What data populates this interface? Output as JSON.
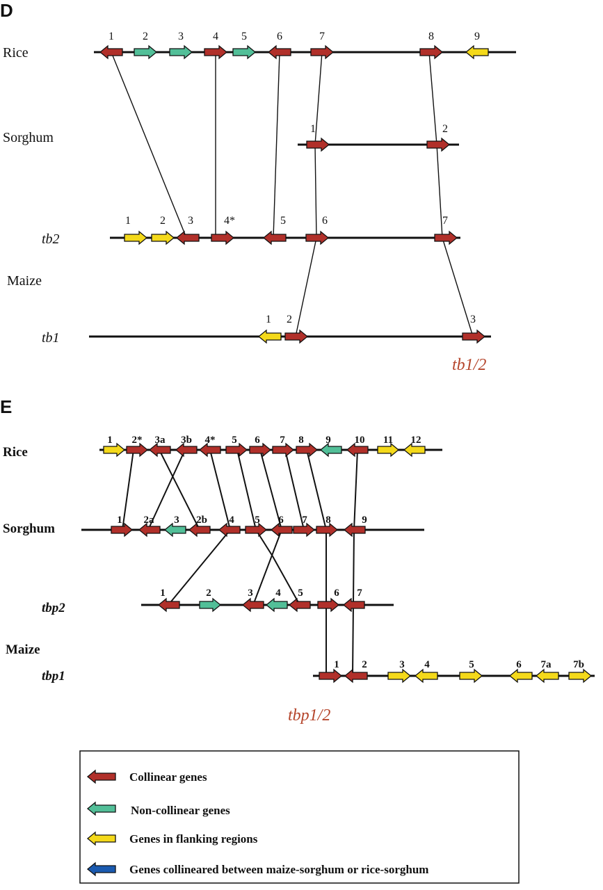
{
  "colors": {
    "collinear": "#b1302a",
    "noncollinear": "#52bf98",
    "flanking": "#f4d91a",
    "comaize": "#1a5ab0",
    "label_red": "#b5452b",
    "line": "#111111"
  },
  "panel_d": {
    "letter": "D",
    "tracks": {
      "rice": "Rice",
      "sorghum": "Sorghum",
      "tb2": "tb2",
      "maize": "Maize",
      "tb1": "tb1"
    },
    "locus": "tb1/2",
    "genes": {
      "rice": [
        {
          "label": "1",
          "type": "collinear",
          "dir": "left"
        },
        {
          "label": "2",
          "type": "noncollinear",
          "dir": "right"
        },
        {
          "label": "3",
          "type": "noncollinear",
          "dir": "right"
        },
        {
          "label": "4",
          "type": "collinear",
          "dir": "right"
        },
        {
          "label": "5",
          "type": "noncollinear",
          "dir": "right"
        },
        {
          "label": "6",
          "type": "collinear",
          "dir": "left"
        },
        {
          "label": "7",
          "type": "collinear",
          "dir": "right"
        },
        {
          "label": "8",
          "type": "collinear",
          "dir": "right"
        },
        {
          "label": "9",
          "type": "flanking",
          "dir": "left"
        }
      ],
      "sorghum": [
        {
          "label": "1",
          "type": "collinear",
          "dir": "right"
        },
        {
          "label": "2",
          "type": "collinear",
          "dir": "right"
        }
      ],
      "tb2": [
        {
          "label": "1",
          "type": "flanking",
          "dir": "right"
        },
        {
          "label": "2",
          "type": "flanking",
          "dir": "right"
        },
        {
          "label": "3",
          "type": "collinear",
          "dir": "left"
        },
        {
          "label": "4*",
          "type": "collinear",
          "dir": "right"
        },
        {
          "label": "5",
          "type": "collinear",
          "dir": "left"
        },
        {
          "label": "6",
          "type": "collinear",
          "dir": "right"
        },
        {
          "label": "7",
          "type": "collinear",
          "dir": "right"
        }
      ],
      "tb1": [
        {
          "label": "1",
          "type": "flanking",
          "dir": "left"
        },
        {
          "label": "2",
          "type": "collinear",
          "dir": "right"
        },
        {
          "label": "3",
          "type": "collinear",
          "dir": "right"
        }
      ]
    }
  },
  "panel_e": {
    "letter": "E",
    "tracks": {
      "rice": "Rice",
      "sorghum": "Sorghum",
      "tbp2": "tbp2",
      "maize": "Maize",
      "tbp1": "tbp1"
    },
    "locus": "tbp1/2",
    "genes": {
      "rice": [
        {
          "label": "1",
          "type": "flanking",
          "dir": "right"
        },
        {
          "label": "2*",
          "type": "collinear",
          "dir": "right"
        },
        {
          "label": "3a",
          "type": "collinear",
          "dir": "left"
        },
        {
          "label": "3b",
          "type": "collinear",
          "dir": "left"
        },
        {
          "label": "4*",
          "type": "collinear",
          "dir": "left"
        },
        {
          "label": "5",
          "type": "collinear",
          "dir": "right"
        },
        {
          "label": "6",
          "type": "collinear",
          "dir": "right"
        },
        {
          "label": "7",
          "type": "collinear",
          "dir": "right"
        },
        {
          "label": "8",
          "type": "collinear",
          "dir": "right"
        },
        {
          "label": "9",
          "type": "noncollinear",
          "dir": "left"
        },
        {
          "label": "10",
          "type": "collinear",
          "dir": "left"
        },
        {
          "label": "11",
          "type": "flanking",
          "dir": "right"
        },
        {
          "label": "12",
          "type": "flanking",
          "dir": "left"
        }
      ],
      "sorghum": [
        {
          "label": "1",
          "type": "collinear",
          "dir": "right"
        },
        {
          "label": "2a",
          "type": "collinear",
          "dir": "left"
        },
        {
          "label": "3",
          "type": "noncollinear",
          "dir": "left"
        },
        {
          "label": "2b",
          "type": "collinear",
          "dir": "left"
        },
        {
          "label": "4",
          "type": "collinear",
          "dir": "left"
        },
        {
          "label": "5",
          "type": "collinear",
          "dir": "right"
        },
        {
          "label": "6",
          "type": "collinear",
          "dir": "left"
        },
        {
          "label": "7",
          "type": "collinear",
          "dir": "right"
        },
        {
          "label": "8",
          "type": "collinear",
          "dir": "right"
        },
        {
          "label": "9",
          "type": "collinear",
          "dir": "left"
        }
      ],
      "tbp2": [
        {
          "label": "1",
          "type": "collinear",
          "dir": "left"
        },
        {
          "label": "2",
          "type": "noncollinear",
          "dir": "right"
        },
        {
          "label": "3",
          "type": "collinear",
          "dir": "left"
        },
        {
          "label": "4",
          "type": "noncollinear",
          "dir": "left"
        },
        {
          "label": "5",
          "type": "collinear",
          "dir": "left"
        },
        {
          "label": "6",
          "type": "collinear",
          "dir": "right"
        },
        {
          "label": "7",
          "type": "collinear",
          "dir": "left"
        }
      ],
      "tbp1": [
        {
          "label": "1",
          "type": "collinear",
          "dir": "right"
        },
        {
          "label": "2",
          "type": "collinear",
          "dir": "left"
        },
        {
          "label": "3",
          "type": "flanking",
          "dir": "right"
        },
        {
          "label": "4",
          "type": "flanking",
          "dir": "left"
        },
        {
          "label": "5",
          "type": "flanking",
          "dir": "right"
        },
        {
          "label": "6",
          "type": "flanking",
          "dir": "left"
        },
        {
          "label": "7a",
          "type": "flanking",
          "dir": "left"
        },
        {
          "label": "7b",
          "type": "flanking",
          "dir": "right"
        }
      ]
    }
  },
  "legend": {
    "items": [
      {
        "label": "Collinear genes",
        "type": "collinear"
      },
      {
        "label": "Non-collinear genes",
        "type": "noncollinear"
      },
      {
        "label": "Genes in flanking regions",
        "type": "flanking"
      },
      {
        "label": "Genes collineared between maize-sorghum or rice-sorghum",
        "type": "comaize"
      }
    ]
  }
}
